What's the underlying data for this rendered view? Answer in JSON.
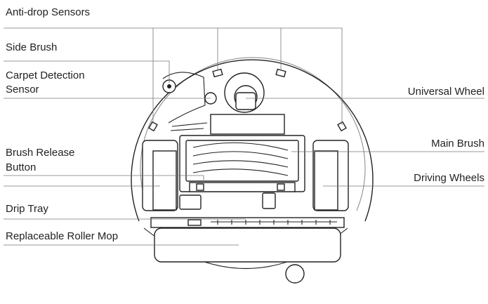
{
  "labels": {
    "anti_drop_sensors": "Anti-drop Sensors",
    "side_brush": "Side Brush",
    "carpet_detection_sensor_line1": "Carpet Detection",
    "carpet_detection_sensor_line2": "Sensor",
    "universal_wheel": "Universal Wheel",
    "main_brush": "Main Brush",
    "brush_release_button_line1": "Brush Release",
    "brush_release_button_line2": "Button",
    "driving_wheels": "Driving Wheels",
    "drip_tray": "Drip Tray",
    "replaceable_roller_mop": "Replaceable Roller Mop"
  }
}
